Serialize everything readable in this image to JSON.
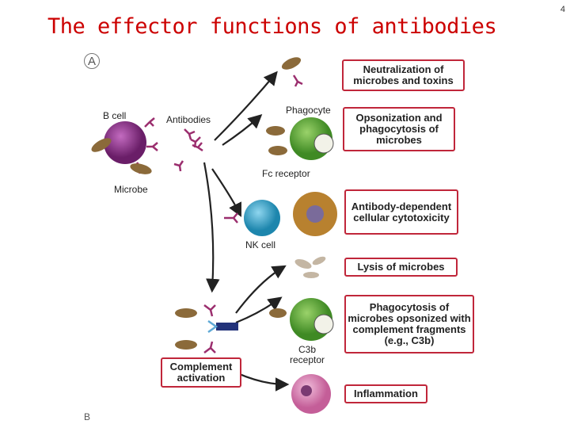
{
  "title": "The effector functions of antibodies",
  "page_number": "4",
  "panel_label": "A",
  "panel_label_next": "B",
  "labels": {
    "b_cell": "B cell",
    "antibodies": "Antibodies",
    "microbe": "Microbe",
    "phagocyte": "Phagocyte",
    "fc_receptor": "Fc receptor",
    "nk_cell": "NK cell",
    "c3b_receptor": "C3b\nreceptor",
    "complement_activation": "Complement activation"
  },
  "functions": [
    "Neutralization of microbes and toxins",
    "Opsonization and phagocytosis of microbes",
    "Antibody-dependent cellular cytotoxicity",
    "Lysis of microbes",
    "Phagocytosis of microbes opsonized with complement fragments (e.g., C3b)",
    "Inflammation"
  ],
  "colors": {
    "title": "#cc0000",
    "box_border": "#c0263a",
    "antibody": "#9b2e6e",
    "b_cell": "#8e2a8c",
    "phagocyte": "#55a534",
    "nk_cell": "#2aa3c9",
    "microbe": "#8b6a3a",
    "inflammatory_cell": "#d47ab0"
  }
}
